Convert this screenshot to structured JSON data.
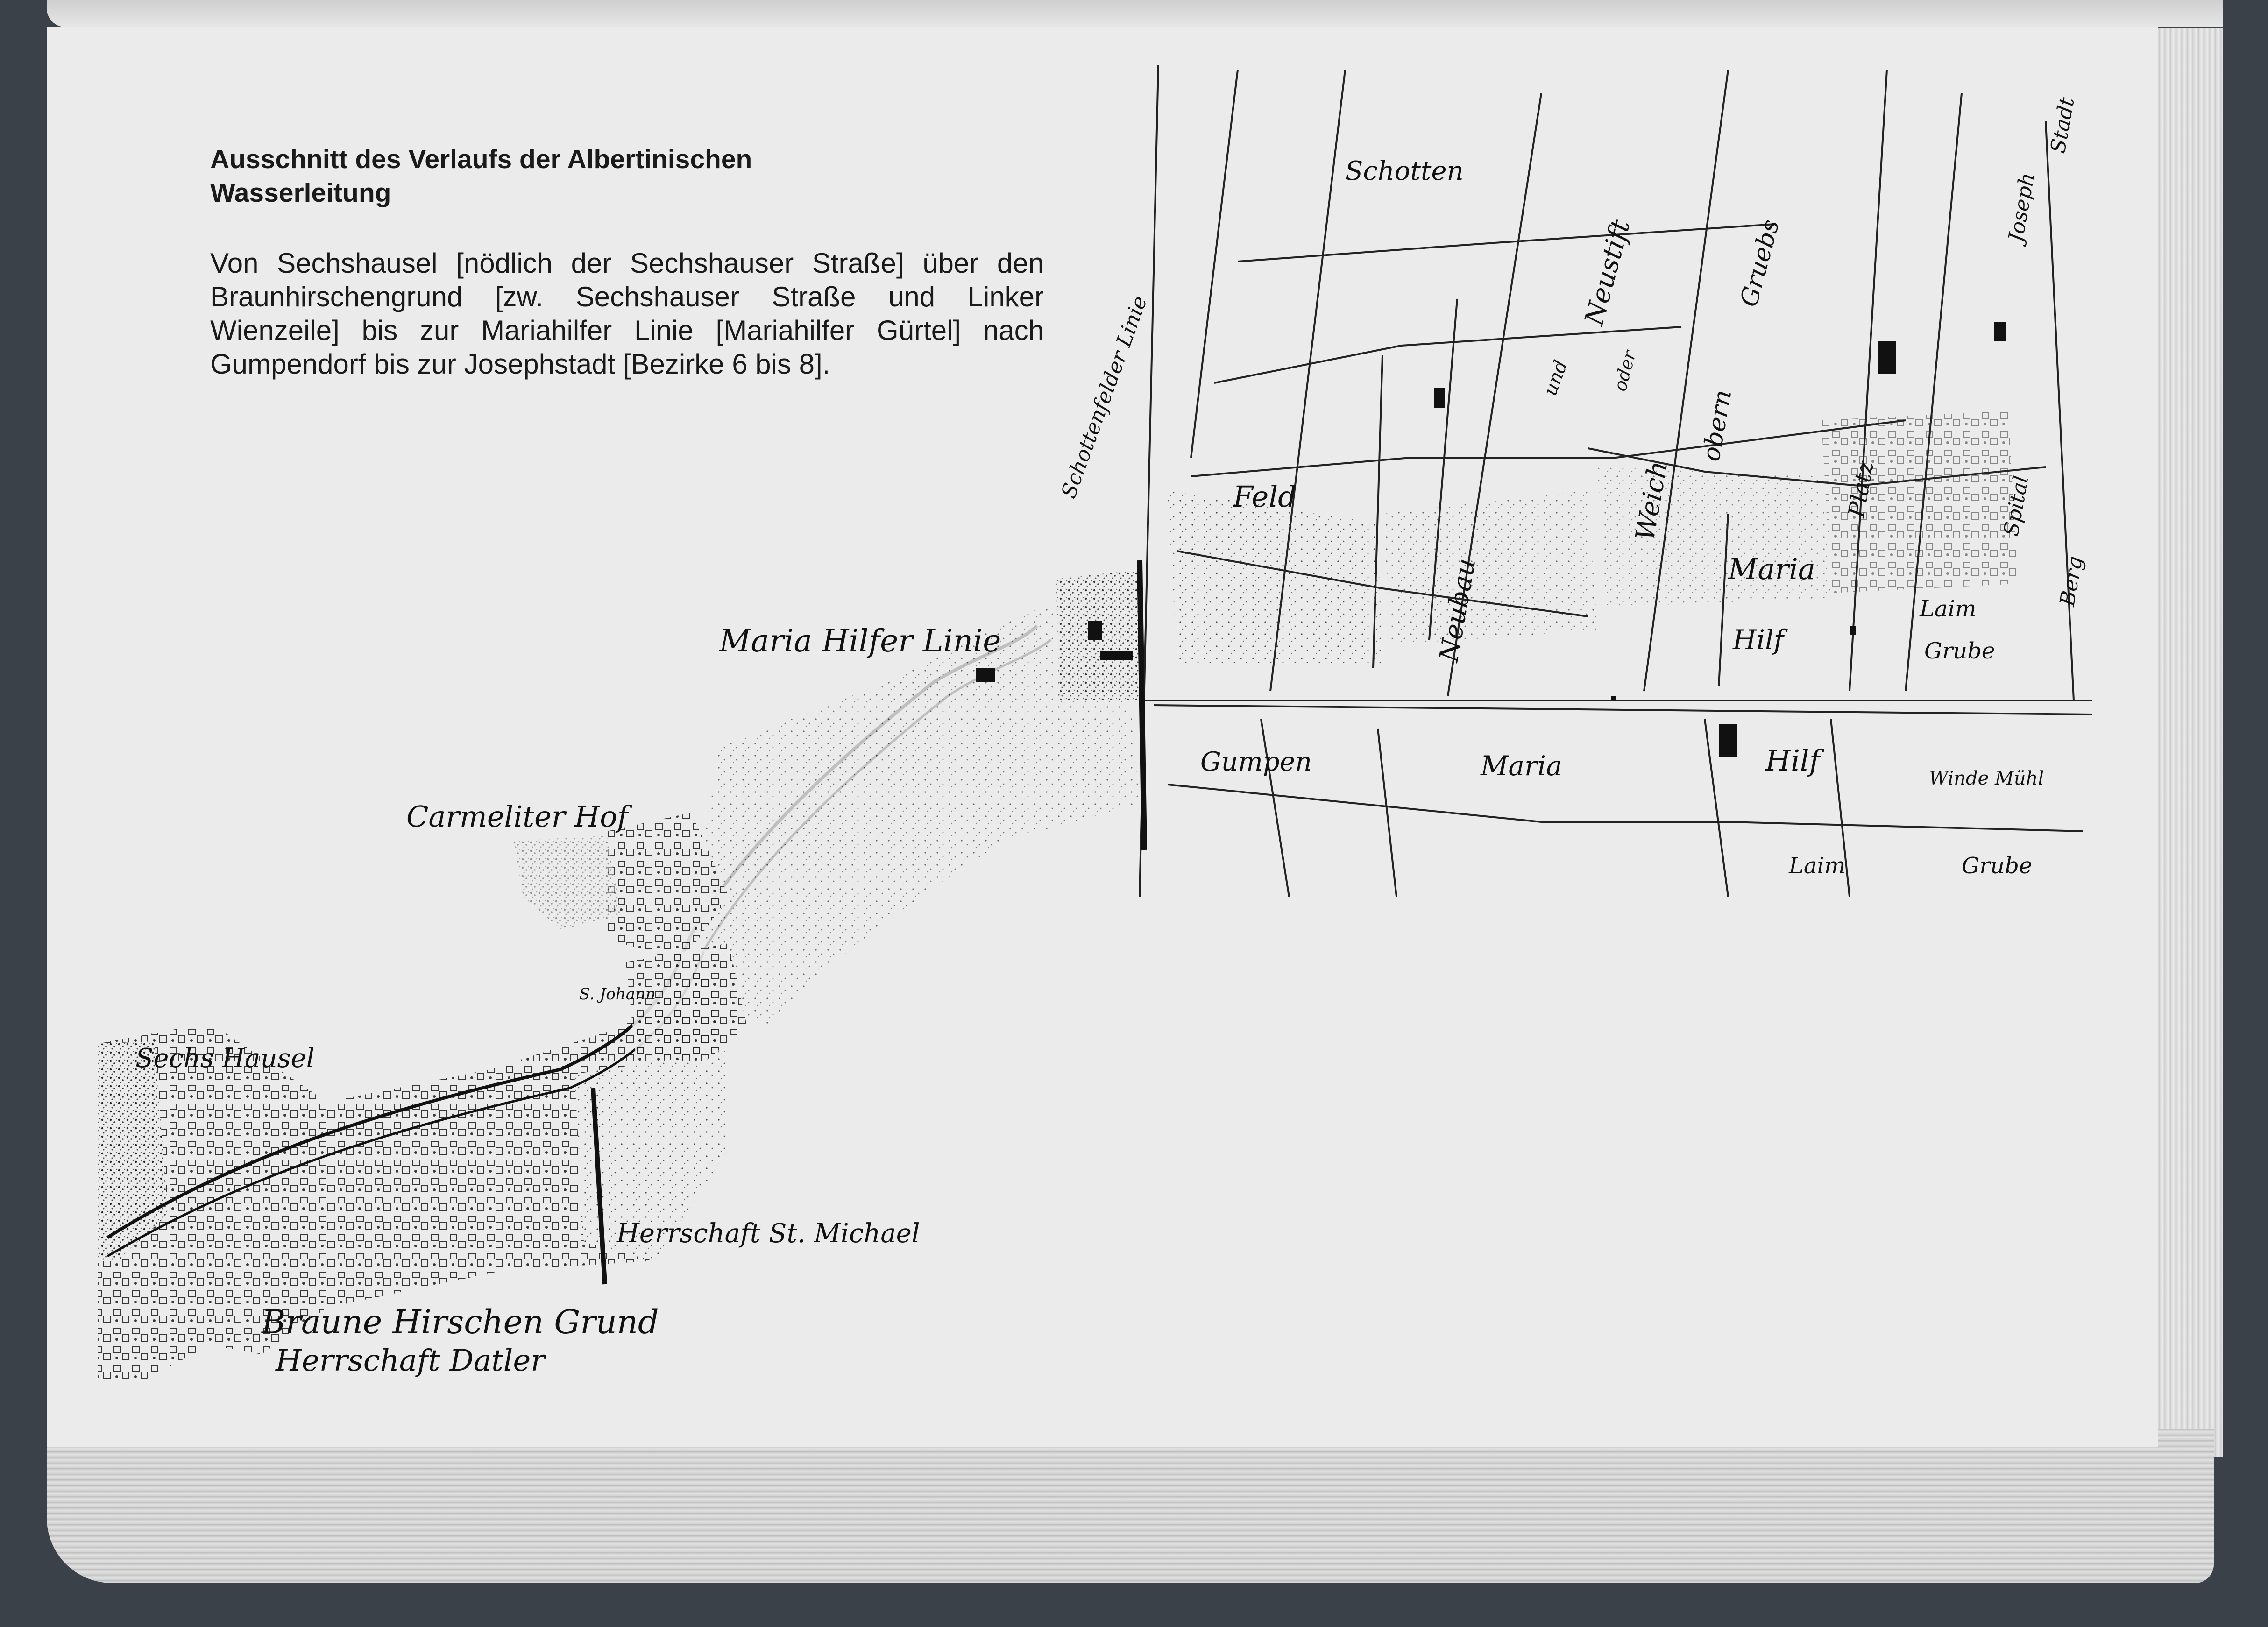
{
  "caption": {
    "title": "Ausschnitt des Verlaufs der Albertinischen Wasserleitung",
    "body": "Von Sechshausel [nödlich der Sechshauser Straße] über den Braunhirschengrund [zw. Sechshauser Straße und Linker Wienzeile] bis zur Mariahilfer Linie [Mariahilfer Gürtel] nach Gumpendorf bis zur Josephstadt [Bezirke 6 bis 8]."
  },
  "map": {
    "labels": {
      "sechs_hausel": "Sechs Hausel",
      "braune_hirschen_grund": "Braune Hirschen Grund",
      "herrschaft_datler": "Herrschaft Datler",
      "herrschaft_st_michael": "Herrschaft St. Michael",
      "carmeliter_hof": "Carmeliter Hof",
      "maria_hilfer_linie": "Maria Hilfer Linie",
      "schotten_feld_linie": "Schottenfelder Linie",
      "s_johann": "S. Johann",
      "schotten": "Schotten",
      "feld": "Feld",
      "neubau": "Neubau",
      "und": "und",
      "neustift": "Neustift",
      "oder": "oder",
      "weich": "Weich",
      "obern": "obern",
      "gruebs": "Gruebs",
      "maria_hilf_1": "Maria",
      "hilf_1": "Hilf",
      "laim_grube_1": "Laim",
      "grube_1": "Grube",
      "gumpen": "Gumpen",
      "maria_2": "Maria",
      "hilf_2": "Hilf",
      "windmuhl": "Winde Mühl",
      "laim_2": "Laim",
      "grube_2": "Grube",
      "platz": "Platz",
      "spital": "Spital",
      "berg": "Berg",
      "josephs": "Joseph",
      "stadt": "Stadt"
    }
  }
}
